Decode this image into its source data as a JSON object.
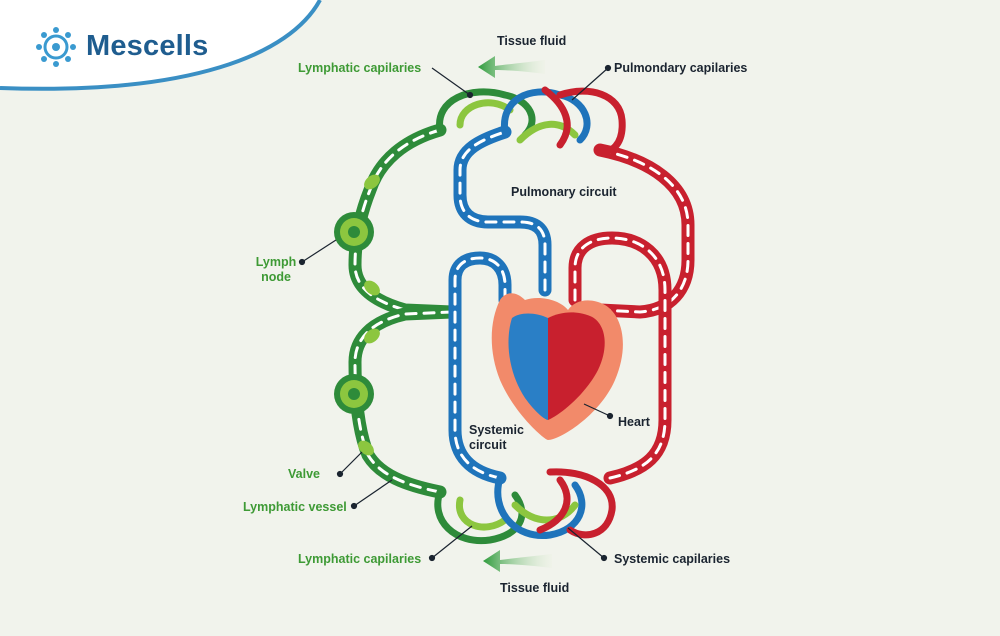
{
  "brand": {
    "name": "Mescells"
  },
  "labels": {
    "tissue_fluid_top": "Tissue fluid",
    "tissue_fluid_bottom": "Tissue fluid",
    "lymphatic_capilaries_top": "Lymphatic capilaries",
    "lymphatic_capilaries_bottom": "Lymphatic capilaries",
    "pulmondary_capilaries": "Pulmondary capilaries",
    "pulmonary_circuit": "Pulmonary circuit",
    "lymph_node_line1": "Lymph",
    "lymph_node_line2": "node",
    "heart": "Heart",
    "systemic_circuit_line1": "Systemic",
    "systemic_circuit_line2": "circuit",
    "valve": "Valve",
    "lymphatic_vessel": "Lymphatic vessel",
    "systemic_capilaries": "Systemic capilaries"
  },
  "colors": {
    "background": "#f1f3ec",
    "brand_blue": "#1f5d8f",
    "header_arc": "#3a8fc4",
    "lymph_green": "#3e9a35",
    "lymph_light_green": "#8cc63f",
    "deoxygenated_blue": "#1f74bb",
    "oxygenated_red": "#c8202e",
    "heart_orange": "#f28a6a",
    "label_dark": "#1b2430"
  },
  "icons": [
    "brand-logo-icon",
    "arrow-icon",
    "valve-icon",
    "lymph-node-icon"
  ]
}
